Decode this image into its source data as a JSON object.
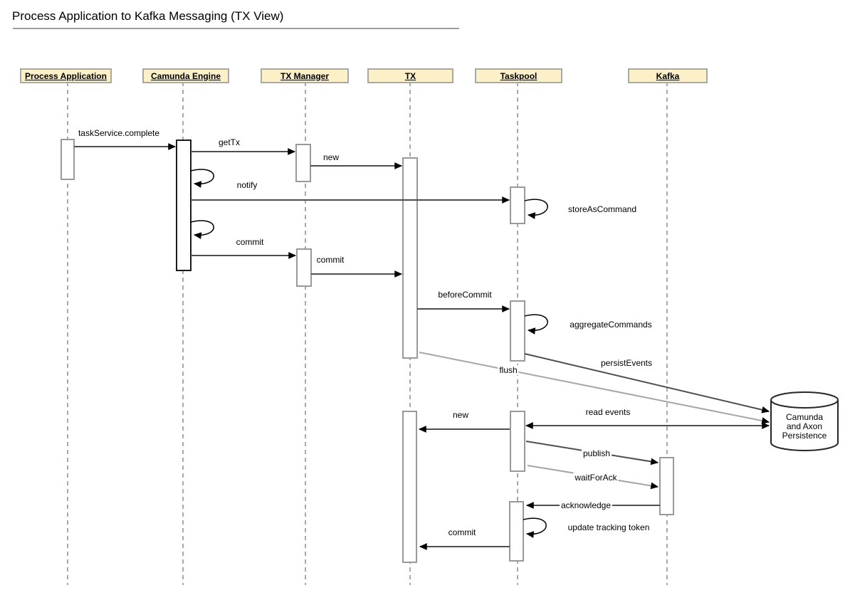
{
  "title": "Process Application to Kafka Messaging (TX View)",
  "actors": [
    {
      "label": "Process Application"
    },
    {
      "label": "Camunda Engine"
    },
    {
      "label": "TX Manager"
    },
    {
      "label": "TX"
    },
    {
      "label": "Taskpool"
    },
    {
      "label": "Kafka"
    }
  ],
  "messages": {
    "taskservice_complete": "taskService.complete",
    "gettx": "getTx",
    "new1": "new",
    "notify": "notify",
    "store_as_command": "storeAsCommand",
    "commit1": "commit",
    "commit2": "commit",
    "before_commit": "beforeCommit",
    "aggregate_commands": "aggregateCommands",
    "persist_events": "persistEvents",
    "flush": "flush",
    "read_events": "read events",
    "new2": "new",
    "publish": "publish",
    "wait_for_ack": "waitForAck",
    "acknowledge": "acknowledge",
    "update_tracking_token": "update tracking token",
    "commit3": "commit"
  },
  "datastore": {
    "line1": "Camunda",
    "line2": "and Axon",
    "line3": "Persistence"
  },
  "colors": {
    "actor_fill": "#fbf0c7",
    "actor_border": "#a8a8a8",
    "lifeline": "#a9a9a9",
    "arrow_dark": "#4d4d4d",
    "arrow_light": "#a6a6a6",
    "arrowhead": "#000000"
  }
}
